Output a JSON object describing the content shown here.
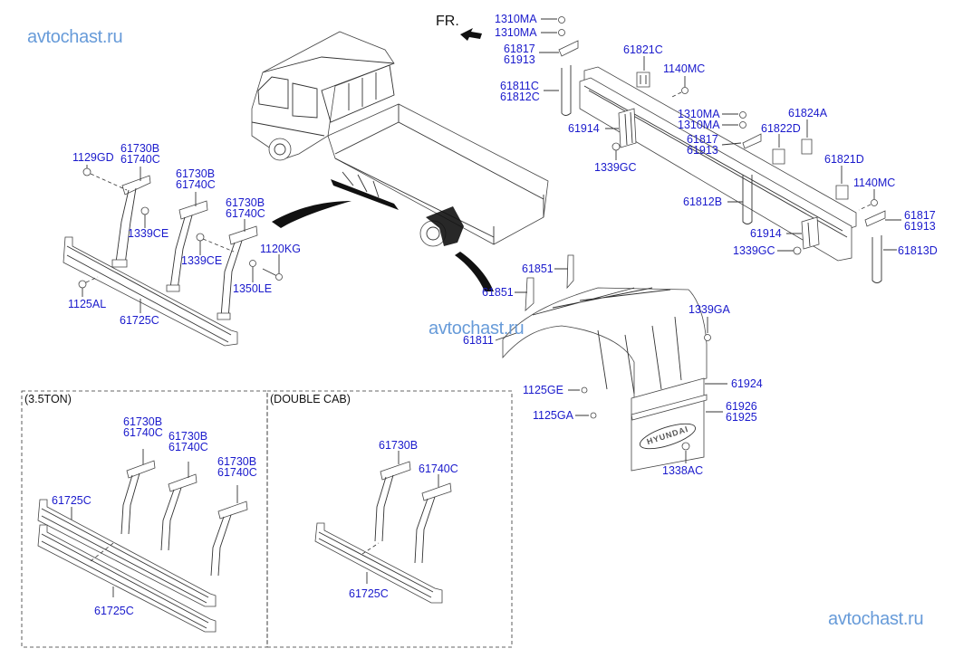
{
  "watermarks": [
    "avtochast.ru",
    "avtochast.ru",
    "avtochast.ru"
  ],
  "direction_marker": "FR.",
  "colors": {
    "label": "#1a1acc",
    "watermark": "#5b93d6",
    "line": "#333333"
  },
  "main_labels": {
    "l1129GD": "1129GD",
    "l61730B_1": "61730B",
    "l61740C_1": "61740C",
    "l61730B_2": "61730B",
    "l61740C_2": "61740C",
    "l61730B_3": "61730B",
    "l61740C_3": "61740C",
    "l1339CE_1": "1339CE",
    "l1339CE_2": "1339CE",
    "l1120KG": "1120KG",
    "l1350LE": "1350LE",
    "l1125AL": "1125AL",
    "l61725C": "61725C"
  },
  "frame_labels": {
    "l1310MA_1": "1310MA",
    "l1310MA_2": "1310MA",
    "l61817_1": "61817",
    "l61913_1": "61913",
    "l61811C": "61811C",
    "l61812C": "61812C",
    "l61821C": "61821C",
    "l1140MC_1": "1140MC",
    "l61914_1": "61914",
    "l1339GC_1": "1339GC",
    "l1310MA_3": "1310MA",
    "l1310MA_4": "1310MA",
    "l61817_2": "61817",
    "l61913_2": "61913",
    "l61822D": "61822D",
    "l61824A": "61824A",
    "l61821D": "61821D",
    "l1140MC_2": "1140MC",
    "l61812B": "61812B",
    "l61914_2": "61914",
    "l1339GC_2": "1339GC",
    "l61817_3": "61817",
    "l61913_3": "61913",
    "l61813D": "61813D"
  },
  "fender_labels": {
    "l61851_1": "61851",
    "l61851_2": "61851",
    "l61811": "61811",
    "l1339GA": "1339GA",
    "l1125GE": "1125GE",
    "l1125GA": "1125GA",
    "l61924": "61924",
    "l61926": "61926",
    "l61925": "61925",
    "l1338AC": "1338AC",
    "mudflap_logo": "HYUNDAI"
  },
  "box_35ton": {
    "title": "(3.5TON)",
    "l61730B_1": "61730B",
    "l61740C_1": "61740C",
    "l61730B_2": "61730B",
    "l61740C_2": "61740C",
    "l61730B_3": "61730B",
    "l61740C_3": "61740C",
    "l61725C_1": "61725C",
    "l61725C_2": "61725C"
  },
  "box_double_cab": {
    "title": "(DOUBLE CAB)",
    "l61730B": "61730B",
    "l61740C": "61740C",
    "l61725C": "61725C"
  }
}
